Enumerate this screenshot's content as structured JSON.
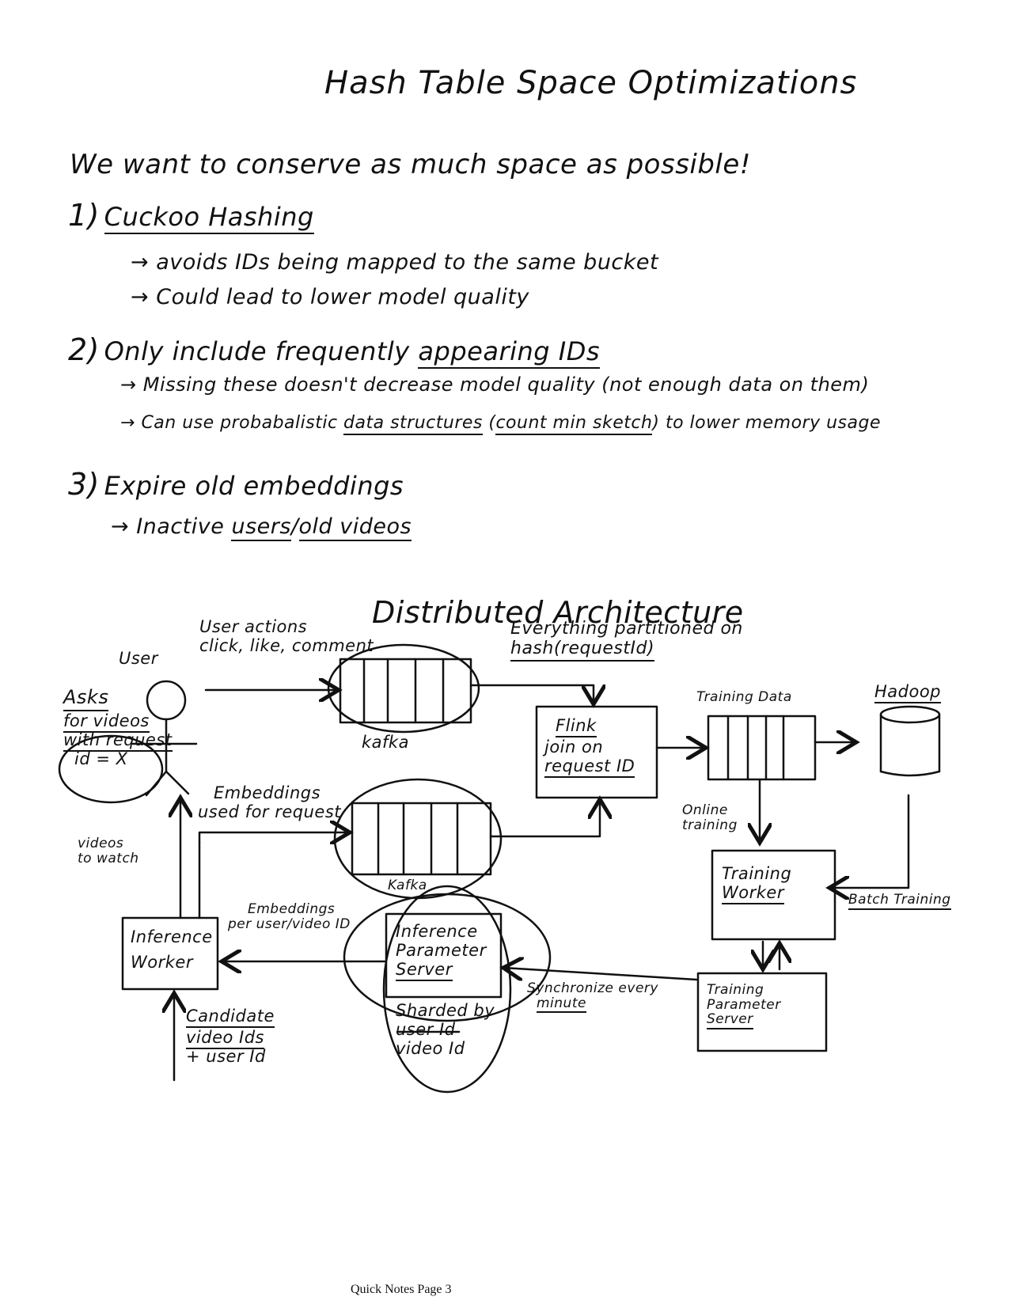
{
  "title": "Hash Table Space Optimizations",
  "intro": "We want to conserve as much space as possible!",
  "items": [
    {
      "number": "1)",
      "heading": "Cuckoo Hashing",
      "bullets": [
        "avoids IDs being mapped to the same bucket",
        "Could lead to lower model quality"
      ]
    },
    {
      "number": "2)",
      "heading_prefix": "Only include frequently ",
      "heading_underlined": "appearing IDs",
      "bullets": [
        "Missing these doesn't decrease model quality (not enough data on them)"
      ],
      "bullet_2_prefix": "Can use probabalistic ",
      "bullet_2_underlined": "data structures",
      "bullet_2_paren_open": " (",
      "bullet_2_underlined_2": "count min sketch",
      "bullet_2_suffix": ") to lower memory usage"
    },
    {
      "number": "3)",
      "heading": "Expire old embeddings",
      "bullet_prefix": "Inactive ",
      "bullet_u1": "users",
      "bullet_mid": "/",
      "bullet_u2": "old videos"
    }
  ],
  "arrow_glyph": "→",
  "architecture": {
    "title": "Distributed Architecture",
    "user": "User",
    "asks": [
      "Asks",
      "for videos",
      "with request",
      "id = X"
    ],
    "user_actions": [
      "User actions",
      "click, like, comment"
    ],
    "kafka_top": "kafka",
    "partition_note": [
      "Everything partitioned on",
      "hash(requestId)"
    ],
    "flink": [
      "Flink",
      "join on",
      "request ID"
    ],
    "training_data": "Training Data",
    "hadoop": "Hadoop",
    "embeddings_used": [
      "Embeddings",
      "used for request"
    ],
    "kafka_mid": "Kafka",
    "online_training": [
      "Online",
      "training"
    ],
    "videos_to_watch": [
      "videos",
      "to watch"
    ],
    "training_worker": [
      "Training",
      "Worker"
    ],
    "batch_training": "Batch Training",
    "embeddings_per": [
      "Embeddings",
      "per user/video ID"
    ],
    "inference_worker": [
      "Inference",
      "Worker"
    ],
    "inference_param": [
      "Inference",
      "Parameter",
      "Server"
    ],
    "synchronize": [
      "Synchronize every",
      "minute"
    ],
    "training_param": [
      "Training",
      "Parameter",
      "Server"
    ],
    "sharded": [
      "Sharded by",
      "user Id",
      "video Id"
    ],
    "candidate": [
      "Candidate",
      "video Ids",
      "+ user Id"
    ]
  },
  "footer": "Quick Notes Page 3"
}
